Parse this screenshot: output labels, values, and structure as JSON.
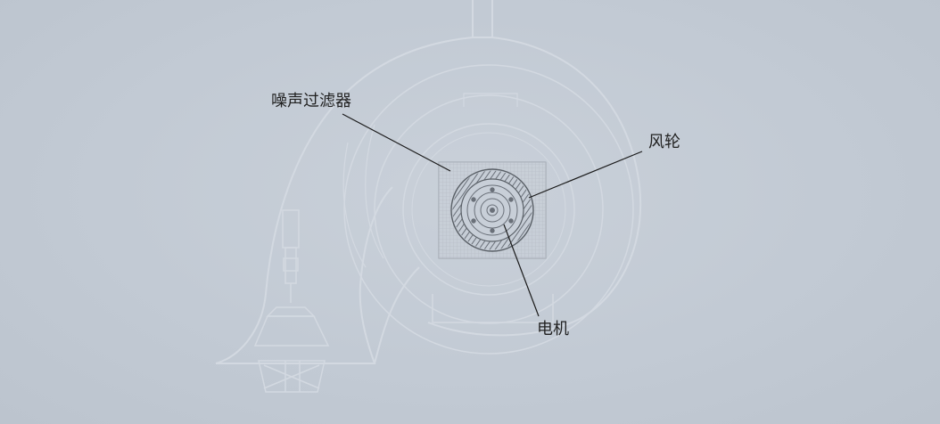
{
  "diagram": {
    "callouts": {
      "noise_filter": "噪声过滤器",
      "fan_wheel": "风轮",
      "motor": "电机"
    }
  },
  "colors": {
    "background": "#c2cad4",
    "faint_line": "#d3d9e1",
    "leader_line": "#1a1a1a",
    "label_text": "#222222",
    "ring": "#595f66"
  }
}
